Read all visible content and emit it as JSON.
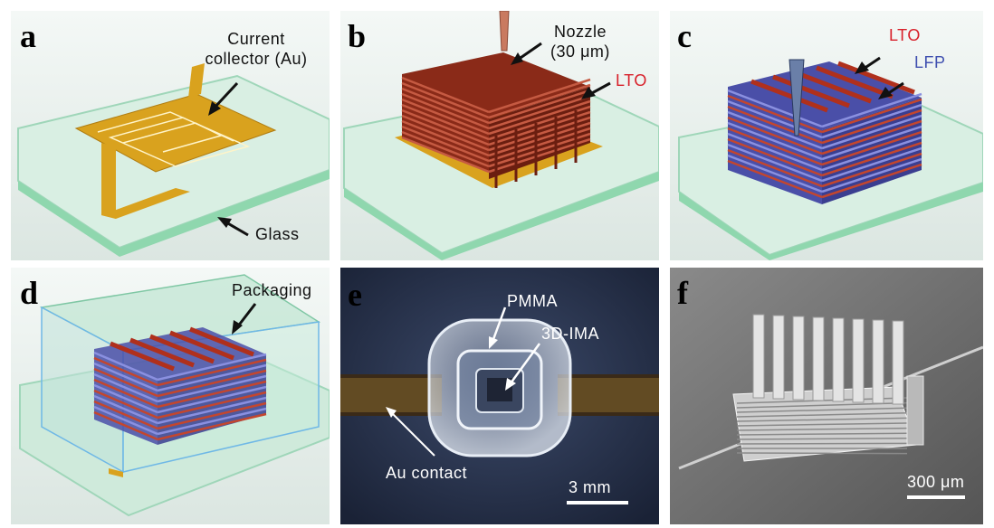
{
  "panels": {
    "a": {
      "letter": "a",
      "current_collector_label": [
        "Current",
        "collector (Au)"
      ],
      "glass_label": "Glass"
    },
    "b": {
      "letter": "b",
      "nozzle_label": [
        "Nozzle",
        "(30 μm)"
      ],
      "lto_label": "LTO"
    },
    "c": {
      "letter": "c",
      "lto_label": "LTO",
      "lfp_label": "LFP"
    },
    "d": {
      "letter": "d",
      "packaging_label": "Packaging"
    },
    "e": {
      "letter": "e",
      "pmma_label": "PMMA",
      "ima_label": "3D-IMA",
      "au_contact_label": "Au contact",
      "scale_label": "3 mm"
    },
    "f": {
      "letter": "f",
      "scale_label": "300 μm"
    }
  },
  "colors": {
    "gold": "#d9a21e",
    "lto_red": "#a8321e",
    "lfp_blue": "#5a5fb8",
    "glass_green": "#cfeadb",
    "label_red": "#d8202a",
    "label_blue": "#4050b0"
  }
}
